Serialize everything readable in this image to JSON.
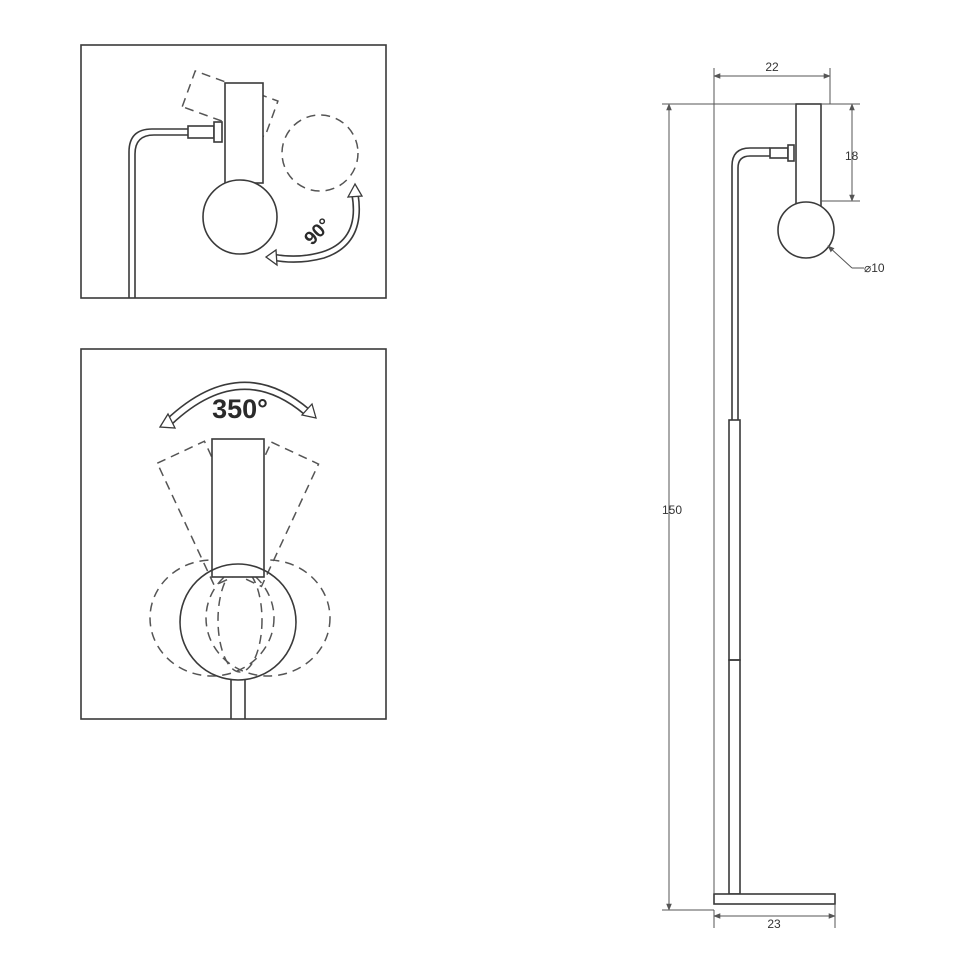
{
  "figure": {
    "tilt_panel": {
      "angle_label": "90°"
    },
    "rotate_panel": {
      "angle_label": "350°"
    },
    "dimensions": {
      "head_width": "22",
      "head_height": "18",
      "bulb_diameter": "⌀10",
      "total_height": "150",
      "base_width": "23"
    }
  }
}
